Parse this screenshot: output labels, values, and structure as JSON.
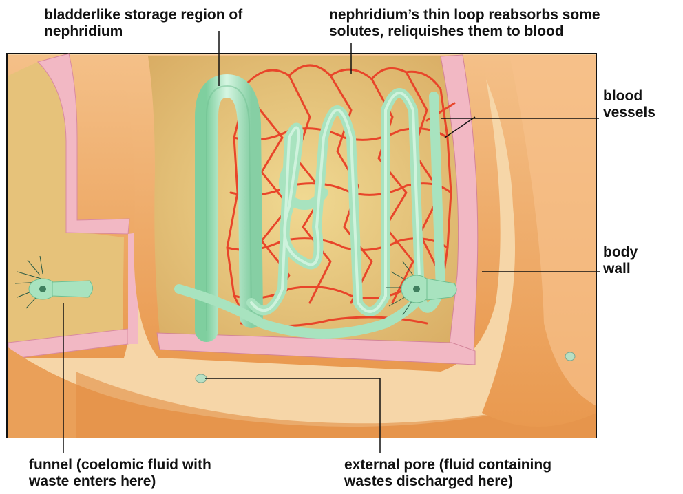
{
  "labels": {
    "bladder": {
      "line1": "bladderlike storage region of",
      "line2": "nephridium"
    },
    "thin_loop": {
      "line1": "nephridium’s thin loop reabsorbs some",
      "line2": "solutes, reliquishes them to blood"
    },
    "blood_vessels": {
      "line1": "blood",
      "line2": "vessels"
    },
    "body_wall": {
      "line1": "body",
      "line2": "wall"
    },
    "funnel": {
      "line1": "funnel (coelomic fluid with",
      "line2": "waste enters here)"
    },
    "external_pore": {
      "line1": "external pore (fluid containing",
      "line2": "wastes discharged here)"
    }
  },
  "colors": {
    "body_tissue": "#f0ad6a",
    "coelom": "#e6c47a",
    "body_wall": "#f2b8c4",
    "nephridium": "#a8e3bf",
    "blood_vessel": "#e8452a",
    "leader_line": "#111111"
  }
}
